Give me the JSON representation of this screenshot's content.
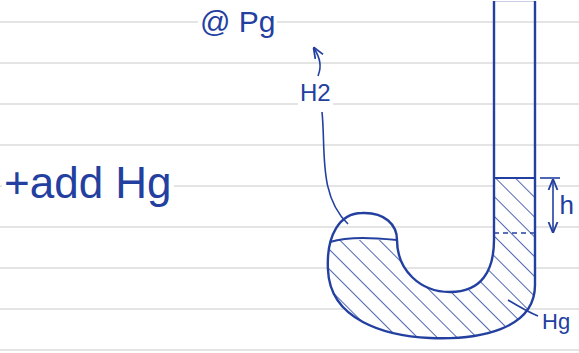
{
  "diagram": {
    "labels": [
      "@ Pg",
      "+add Hg",
      "H2",
      "h",
      "Hg"
    ]
  }
}
